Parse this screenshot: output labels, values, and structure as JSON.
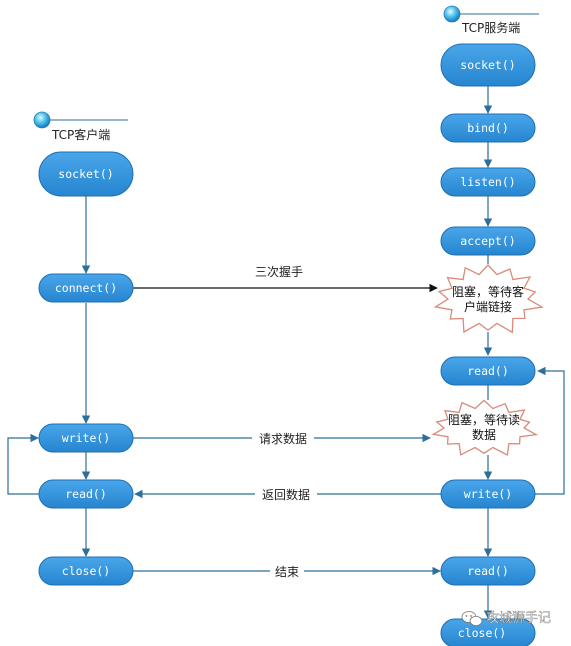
{
  "server": {
    "title": "TCP服务端",
    "nodes": {
      "socket": "socket()",
      "bind": "bind()",
      "listen": "listen()",
      "accept": "accept()",
      "read1": "read()",
      "write": "write()",
      "read2": "read()",
      "close": "close()"
    },
    "blocked_accept": [
      "阻塞，等待客",
      "户端链接"
    ],
    "blocked_read": [
      "阻塞，等待读",
      "数据"
    ]
  },
  "client": {
    "title": "TCP客户端",
    "nodes": {
      "socket": "socket()",
      "connect": "connect()",
      "write": "write()",
      "read": "read()",
      "close": "close()"
    }
  },
  "edges": {
    "handshake": "三次握手",
    "request": "请求数据",
    "response": "返回数据",
    "end": "结束"
  },
  "watermark": "攻城狮手记",
  "colors": {
    "node_fill": "#2f8fd8",
    "node_stroke": "#1d6fb3",
    "line": "#2d6f99",
    "burst_stroke": "#d98a7a"
  }
}
